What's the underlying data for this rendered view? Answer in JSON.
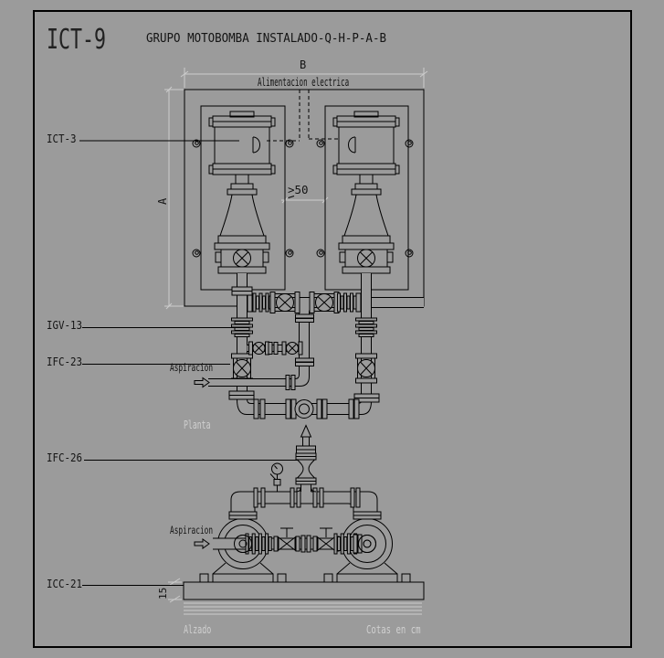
{
  "title_block": {
    "code": "ICT-9",
    "title": "GRUPO MOTOBOMBA INSTALADO-Q-H-P-A-B"
  },
  "plan_view": {
    "view_name": "Planta",
    "width_dim": "B",
    "height_dim": "A",
    "clearance_dim": ">50",
    "power_supply_label": "Alimentacion electrica",
    "suction_label": "Aspiracion",
    "motor_ref": "ICT-3",
    "coupling_ref": "IGV-13",
    "valve_ref": "IFC-23"
  },
  "elevation_view": {
    "view_name": "Alzado",
    "suction_label": "Aspiracion",
    "connector_ref": "IFC-26",
    "foundation_ref": "ICC-21",
    "foundation_height_dim": "15"
  },
  "notes": {
    "units": "Cotas en cm"
  },
  "colors": {
    "background": "#9b9b9b",
    "line": "#000000",
    "dimension": "#cccccc",
    "faint": "#d0d0d0"
  }
}
